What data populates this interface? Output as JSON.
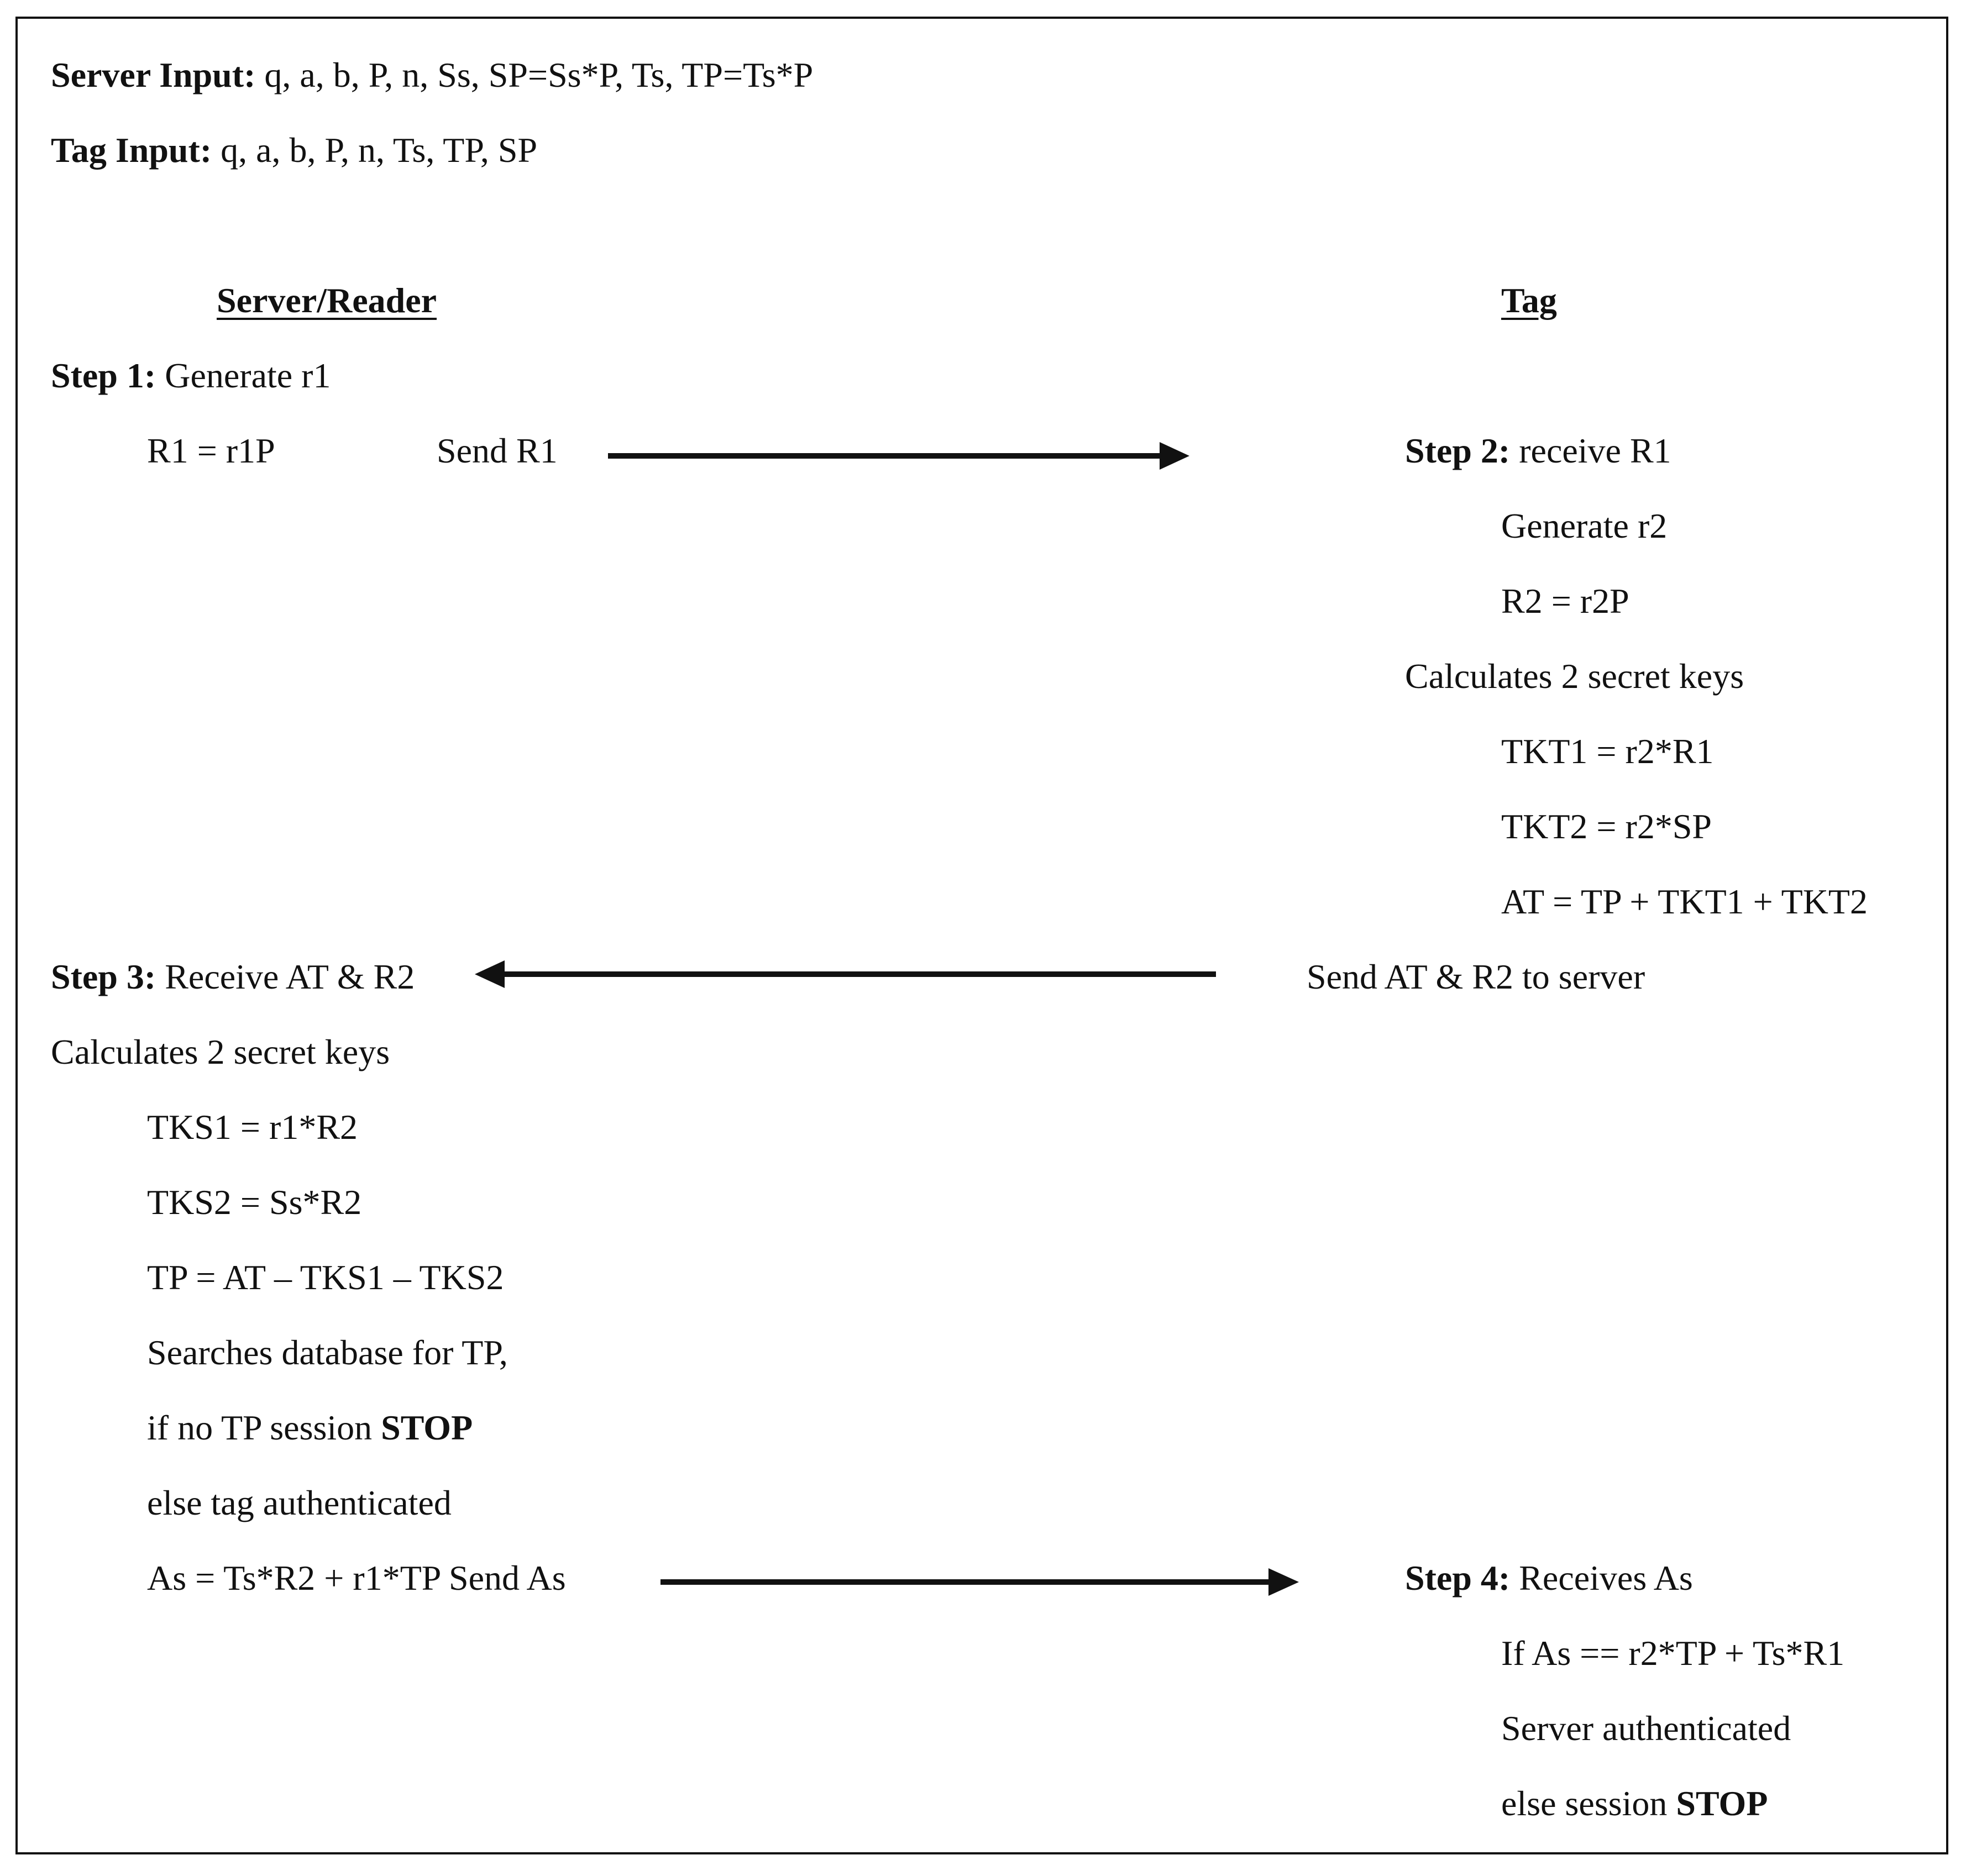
{
  "inputs": {
    "server_label": "Server Input:",
    "server_values": "q, a, b, P, n, Ss, SP=Ss*P, Ts, TP=Ts*P",
    "tag_label": "Tag Input:",
    "tag_values": "q, a, b, P, n, Ts, TP, SP"
  },
  "headers": {
    "server": "Server/Reader",
    "tag": "Tag"
  },
  "step1": {
    "label": "Step 1:",
    "text": "Generate r1",
    "formula": "R1 = r1P",
    "send": "Send R1"
  },
  "step2": {
    "label": "Step 2:",
    "text": "receive R1",
    "lines": [
      "Generate r2",
      "R2 = r2P",
      "Calculates 2 secret keys",
      "TKT1 = r2*R1",
      "TKT2 = r2*SP",
      "AT = TP + TKT1 + TKT2"
    ],
    "send": "Send AT & R2 to server"
  },
  "step3": {
    "label": "Step 3:",
    "text": "Receive AT & R2",
    "lines": [
      "Calculates 2 secret keys",
      "TKS1 = r1*R2",
      "TKS2 = Ss*R2",
      "TP = AT – TKS1 – TKS2",
      "Searches database for TP,",
      "if no TP session",
      "else tag authenticated"
    ],
    "stop": "STOP",
    "formula": "As = Ts*R2 + r1*TP",
    "send": "Send As"
  },
  "step4": {
    "label": "Step 4:",
    "text": "Receives As",
    "lines": [
      "If As == r2*TP + Ts*R1",
      "Server authenticated",
      "else session"
    ],
    "stop": "STOP"
  }
}
